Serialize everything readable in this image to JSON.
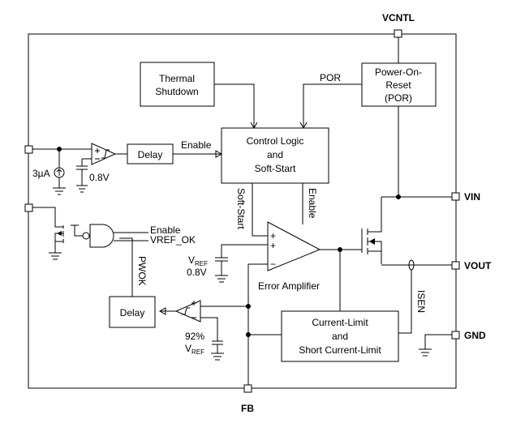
{
  "pins": {
    "vcntl": "VCNTL",
    "vin": "VIN",
    "vout": "VOUT",
    "gnd": "GND",
    "fb": "FB"
  },
  "blocks": {
    "thermal_line1": "Thermal",
    "thermal_line2": "Shutdown",
    "por_line1": "Power-On-",
    "por_line2": "Reset",
    "por_line3": "(POR)",
    "ctrl_line1": "Control Logic",
    "ctrl_line2": "and",
    "ctrl_line3": "Soft-Start",
    "delay_top": "Delay",
    "delay_bottom": "Delay",
    "cl_line1": "Current-Limit",
    "cl_line2": "and",
    "cl_line3": "Short Current-Limit",
    "error_amp": "Error Amplifier"
  },
  "signals": {
    "por": "POR",
    "enable_top": "Enable",
    "soft_start": "Soft-Start",
    "enable_vert": "Enable",
    "gate_enable": "Enable",
    "gate_vref_ok": "VREF_OK",
    "pwok": "PWOK",
    "isen": "ISEN"
  },
  "values": {
    "current_src": "3µA",
    "ref_08_top": "0.8V",
    "vref_main": "V",
    "vref_main_sub": "REF",
    "ref_08_ea": "0.8V",
    "pct": "92%",
    "vref_pg": "V",
    "vref_pg_sub": "REF",
    "plus1": "+",
    "plus2": "+",
    "minus": "−"
  }
}
